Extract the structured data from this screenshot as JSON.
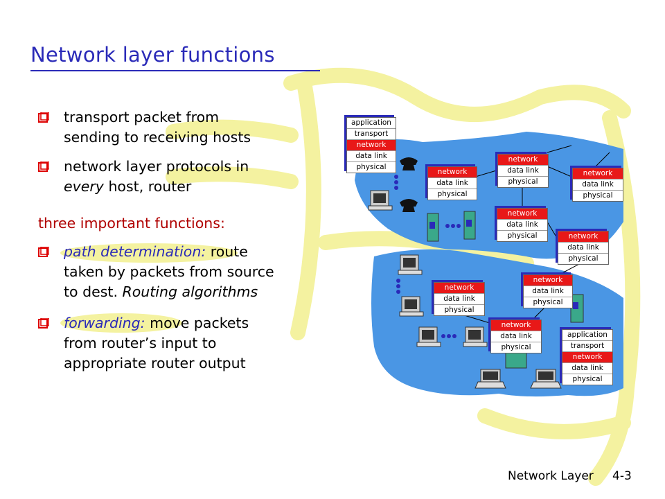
{
  "slide": {
    "title": "Network layer functions",
    "bullets_top": [
      {
        "line1": "transport packet from",
        "line2": "sending to receiving hosts"
      },
      {
        "line1": "network layer protocols in",
        "line2_italic": "every",
        "line2_rest": " host, router"
      }
    ],
    "subheading": "three important functions:",
    "bullets_bottom": [
      {
        "highlight": "path determination:",
        "rest1": " route",
        "line2": "taken by packets from source",
        "line3_plain": "to dest. ",
        "line3_italic": "Routing algorithms"
      },
      {
        "highlight": "forwarding:",
        "rest1": " move packets",
        "line2": "from router’s input to",
        "line3_plain": "appropriate router output"
      }
    ],
    "footer": {
      "section": "Network Layer",
      "page": "4-3"
    }
  },
  "diagram": {
    "host_stack": [
      "application",
      "transport",
      "network",
      "data link",
      "physical"
    ],
    "router_stack": [
      "network",
      "data link",
      "physical"
    ]
  },
  "colors": {
    "title": "#2a2ab8",
    "highlighter": "#f4f2a0",
    "cloud": "#4a96e4",
    "network_layer": "#e81818",
    "subheading": "#b00000"
  },
  "icons": {
    "bullet": "red-square-bullet",
    "phone": "telephone-icon",
    "computer": "desktop-computer-icon",
    "laptop": "laptop-icon",
    "server": "server-icon"
  }
}
